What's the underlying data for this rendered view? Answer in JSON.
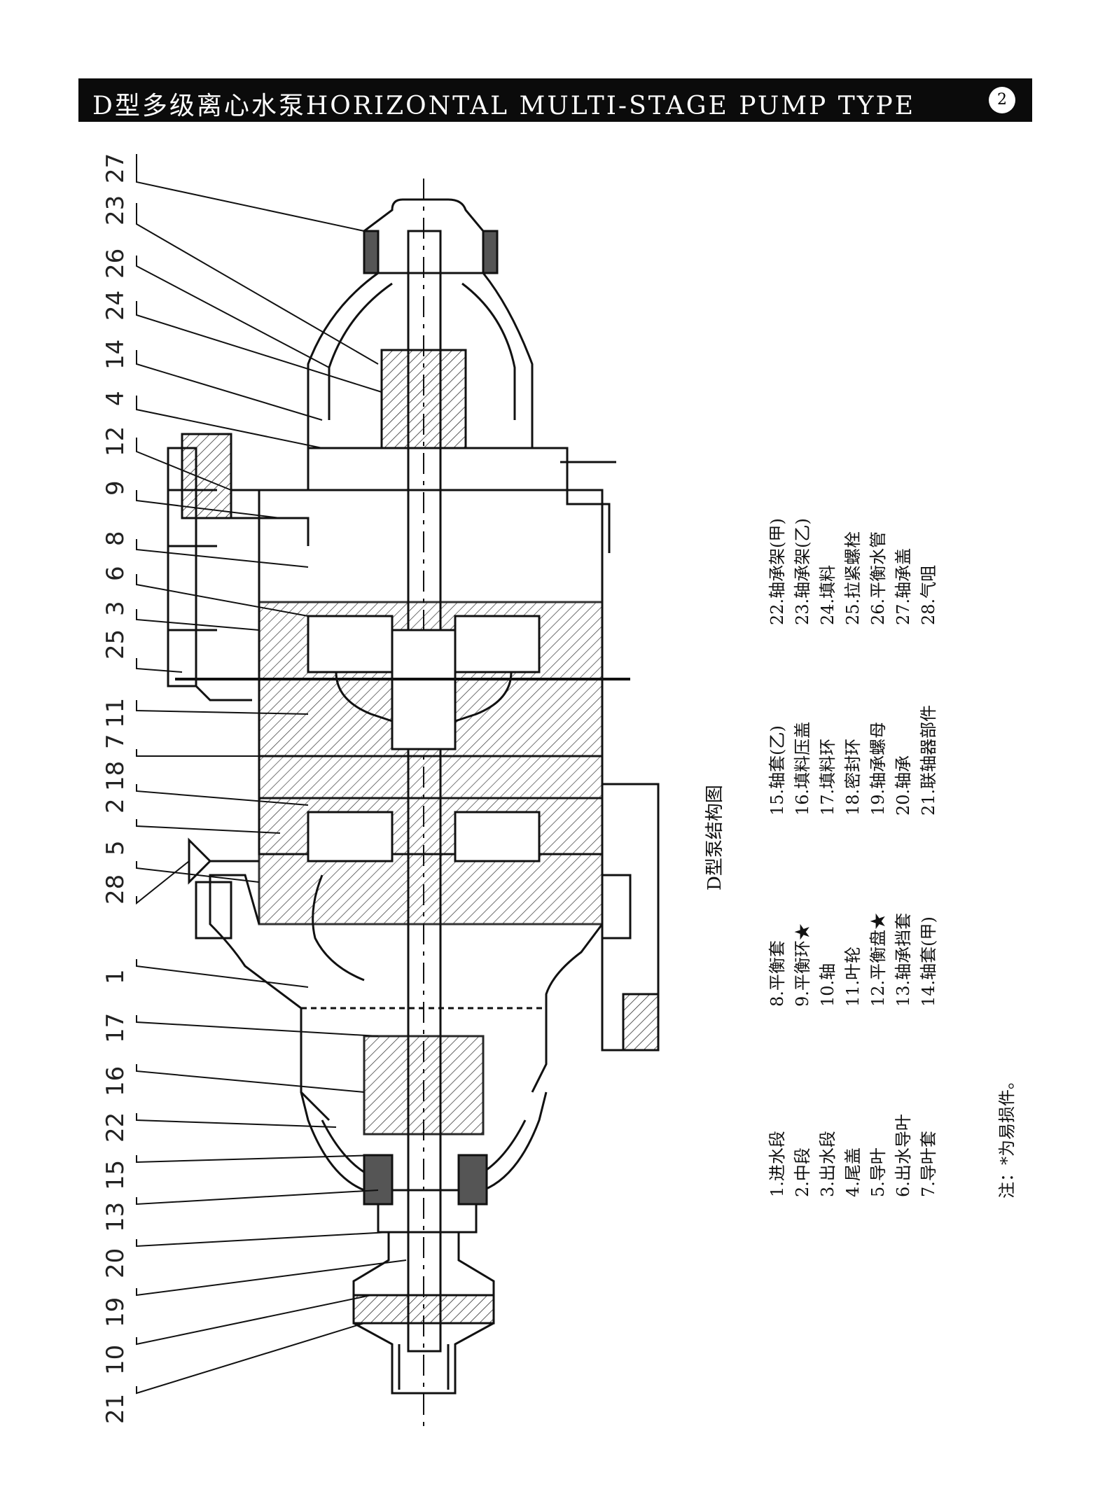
{
  "header": {
    "title": "D型多级离心水泵HORIZONTAL MULTI-STAGE PUMP TYPE",
    "page_number": "2"
  },
  "diagram": {
    "caption": "D型泵结构图",
    "callouts": [
      "27",
      "23",
      "26",
      "24",
      "14",
      "4",
      "12",
      "9",
      "8",
      "6",
      "3",
      "25",
      "11",
      "7",
      "18",
      "2",
      "5",
      "28",
      "1",
      "17",
      "16",
      "22",
      "15",
      "13",
      "20",
      "19",
      "10",
      "21"
    ]
  },
  "legend": {
    "col1": [
      "1.进水段",
      "2.中段",
      "3.出水段",
      "4.尾盖",
      "5.导叶",
      "6.出水导叶",
      "7.导叶套"
    ],
    "col2": [
      "8.平衡套",
      "9.平衡环★",
      "10.轴",
      "11.叶轮",
      "12.平衡盘★",
      "13.轴承挡套",
      "14.轴套(甲)"
    ],
    "col3": [
      "15.轴套(乙)",
      "16.填料压盖",
      "17.填料环",
      "18.密封环",
      "19.轴承螺母",
      "20.轴承",
      "21.联轴器部件"
    ],
    "col4": [
      "22.轴承架(甲)",
      "23.轴承架(乙)",
      "24.填料",
      "25.拉紧螺栓",
      "26.平衡水管",
      "27.轴承盖",
      "28.气咀"
    ]
  },
  "note": "注：*为易损件。"
}
